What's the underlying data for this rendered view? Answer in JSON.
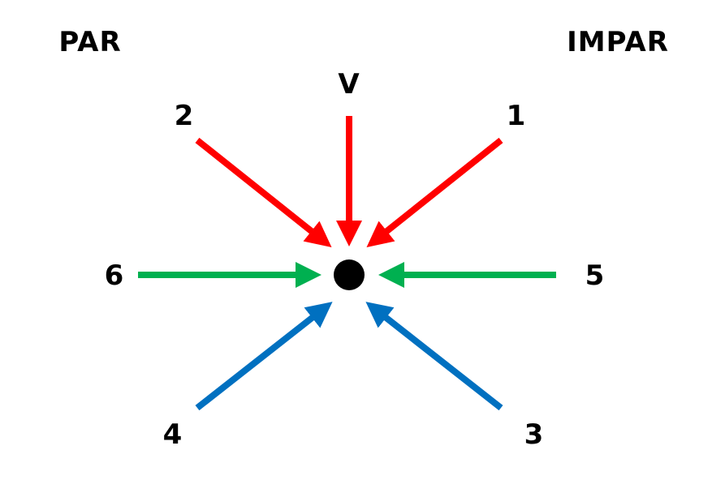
{
  "labels": {
    "par": "PAR",
    "impar": "IMPAR",
    "v": "V",
    "n1": "1",
    "n2": "2",
    "n3": "3",
    "n4": "4",
    "n5": "5",
    "n6": "6"
  },
  "colors": {
    "red": "#ff0000",
    "green": "#00b050",
    "blue": "#0070c0",
    "center": "#000000"
  }
}
